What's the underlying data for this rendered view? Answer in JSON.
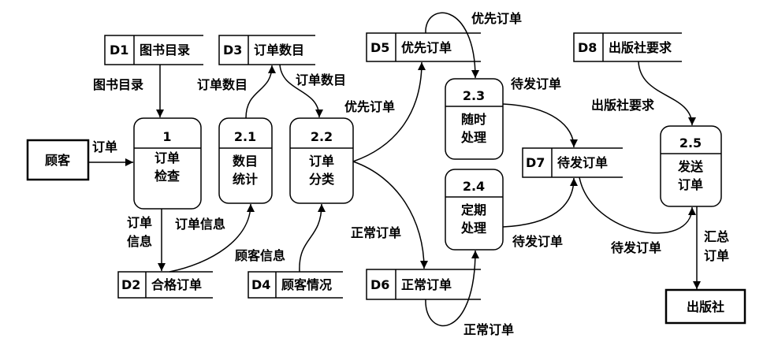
{
  "external_entities": [
    {
      "name": "顾客"
    },
    {
      "name": "出版社"
    }
  ],
  "processes": [
    {
      "id": "1",
      "name_lines": [
        "订单",
        "检查"
      ]
    },
    {
      "id": "2.1",
      "name_lines": [
        "数目",
        "统计"
      ]
    },
    {
      "id": "2.2",
      "name_lines": [
        "订单",
        "分类"
      ]
    },
    {
      "id": "2.3",
      "name_lines": [
        "随时",
        "处理"
      ]
    },
    {
      "id": "2.4",
      "name_lines": [
        "定期",
        "处理"
      ]
    },
    {
      "id": "2.5",
      "name_lines": [
        "发送",
        "订单"
      ]
    }
  ],
  "data_stores": [
    {
      "id": "D1",
      "name": "图书目录"
    },
    {
      "id": "D2",
      "name": "合格订单"
    },
    {
      "id": "D3",
      "name": "订单数目"
    },
    {
      "id": "D4",
      "name": "顾客情况"
    },
    {
      "id": "D5",
      "name": "优先订单"
    },
    {
      "id": "D6",
      "name": "正常订单"
    },
    {
      "id": "D7",
      "name": "待发订单"
    },
    {
      "id": "D8",
      "name": "出版社要求"
    }
  ],
  "flows": [
    {
      "label_lines": [
        "订单"
      ]
    },
    {
      "label_lines": [
        "图书目录"
      ]
    },
    {
      "label_lines": [
        "订单数目"
      ]
    },
    {
      "label_lines": [
        "订单数目"
      ]
    },
    {
      "label_lines": [
        "优先订单"
      ]
    },
    {
      "label_lines": [
        "正常订单"
      ]
    },
    {
      "label_lines": [
        "优先订单"
      ]
    },
    {
      "label_lines": [
        "正常订单"
      ]
    },
    {
      "label_lines": [
        "待发订单"
      ]
    },
    {
      "label_lines": [
        "待发订单"
      ]
    },
    {
      "label_lines": [
        "出版社要求"
      ]
    },
    {
      "label_lines": [
        "待发订单"
      ]
    },
    {
      "label_lines": [
        "汇总",
        "订单"
      ]
    },
    {
      "label_lines": [
        "订单",
        "信息"
      ]
    },
    {
      "label_lines": [
        "订单信息"
      ]
    },
    {
      "label_lines": [
        "顾客信息"
      ]
    }
  ]
}
